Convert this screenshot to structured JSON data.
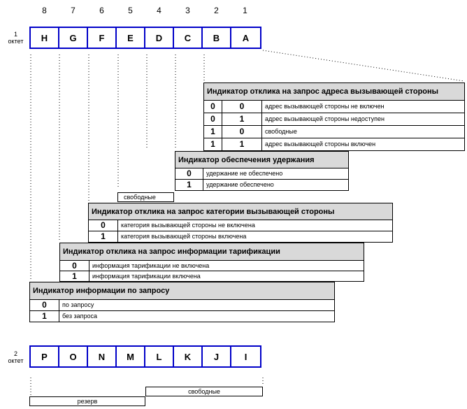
{
  "bit_numbers": [
    "8",
    "7",
    "6",
    "5",
    "4",
    "3",
    "2",
    "1"
  ],
  "octet1": {
    "num": "1",
    "label": "октет",
    "bits": [
      "H",
      "G",
      "F",
      "E",
      "D",
      "C",
      "B",
      "A"
    ]
  },
  "octet2": {
    "num": "2",
    "label": "октет",
    "bits": [
      "P",
      "O",
      "N",
      "M",
      "L",
      "K",
      "J",
      "I"
    ]
  },
  "block_a": {
    "title": "Индикатор отклика на запрос адреса вызывающей стороны",
    "rows": [
      {
        "b": "0",
        "a": "0",
        "text": "адрес вызывающей стороны не включен"
      },
      {
        "b": "0",
        "a": "1",
        "text": "адрес вызывающей стороны недоступен"
      },
      {
        "b": "1",
        "a": "0",
        "text": "свободные"
      },
      {
        "b": "1",
        "a": "1",
        "text": "адрес вызывающей стороны включен"
      }
    ]
  },
  "block_c": {
    "title": "Индикатор обеспечения удержания",
    "rows": [
      {
        "v": "0",
        "text": "удержание не обеспечено"
      },
      {
        "v": "1",
        "text": "удержание обеспечено"
      }
    ]
  },
  "free_d": "свободные",
  "block_e": {
    "title": "Индикатор отклика на запрос категории вызывающей стороны",
    "rows": [
      {
        "v": "0",
        "text": "категория вызывающей стороны не включена"
      },
      {
        "v": "1",
        "text": "категория вызывающей стороны включена"
      }
    ]
  },
  "block_f": {
    "title": "Индикатор отклика на запрос информации тарификации",
    "rows": [
      {
        "v": "0",
        "text": "информация тарификации не включена"
      },
      {
        "v": "1",
        "text": "информация тарификации включена"
      }
    ]
  },
  "block_g": {
    "title": "Индикатор информации по запросу",
    "rows": [
      {
        "v": "0",
        "text": "по запросу"
      },
      {
        "v": "1",
        "text": "без запроса"
      }
    ]
  },
  "octet2_free": "свободные",
  "octet2_reserve": "резерв",
  "colors": {
    "cell_border": "#0000c8",
    "header_bg": "#d9d9d9"
  }
}
